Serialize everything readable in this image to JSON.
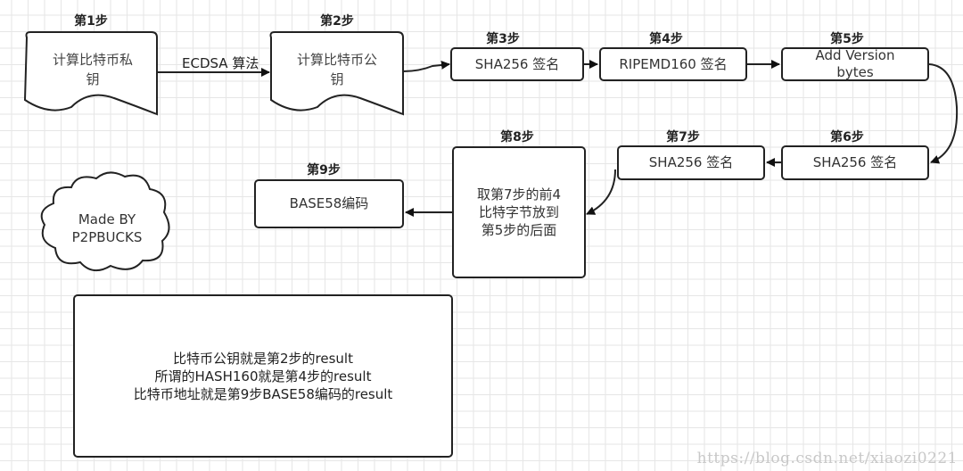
{
  "diagram": {
    "steps": [
      {
        "id": 1,
        "label": "第1步",
        "text": "计算比特币私\n钥",
        "shape": "document"
      },
      {
        "id": 2,
        "label": "第2步",
        "text": "计算比特币公\n钥",
        "shape": "document"
      },
      {
        "id": 3,
        "label": "第3步",
        "text": "SHA256 签名",
        "shape": "process"
      },
      {
        "id": 4,
        "label": "第4步",
        "text": "RIPEMD160 签名",
        "shape": "process"
      },
      {
        "id": 5,
        "label": "第5步",
        "text": "Add Version\nbytes",
        "shape": "process"
      },
      {
        "id": 6,
        "label": "第6步",
        "text": "SHA256 签名",
        "shape": "process"
      },
      {
        "id": 7,
        "label": "第7步",
        "text": "SHA256 签名",
        "shape": "process"
      },
      {
        "id": 8,
        "label": "第8步",
        "text": "取第7步的前4\n比特字节放到\n第5步的后面",
        "shape": "process"
      },
      {
        "id": 9,
        "label": "第9步",
        "text": "BASE58编码",
        "shape": "process"
      }
    ],
    "edges": [
      {
        "from": 1,
        "to": 2,
        "label": "ECDSA 算法"
      },
      {
        "from": 2,
        "to": 3,
        "label": ""
      },
      {
        "from": 3,
        "to": 4,
        "label": ""
      },
      {
        "from": 4,
        "to": 5,
        "label": ""
      },
      {
        "from": 5,
        "to": 6,
        "label": ""
      },
      {
        "from": 6,
        "to": 7,
        "label": ""
      },
      {
        "from": 7,
        "to": 8,
        "label": ""
      },
      {
        "from": 8,
        "to": 9,
        "label": ""
      }
    ],
    "cloud": {
      "text": "Made BY\nP2PBUCKS"
    },
    "note": {
      "lines": [
        "比特币公钥就是第2步的result",
        "所谓的HASH160就是第4步的result",
        "比特币地址就是第9步BASE58编码的result"
      ]
    }
  },
  "watermark": "https://blog.csdn.net/xiaozi0221",
  "colors": {
    "stroke": "#222222",
    "grid": "#e6e6e6",
    "background": "#ffffff",
    "watermark": "#c8c8c8"
  }
}
